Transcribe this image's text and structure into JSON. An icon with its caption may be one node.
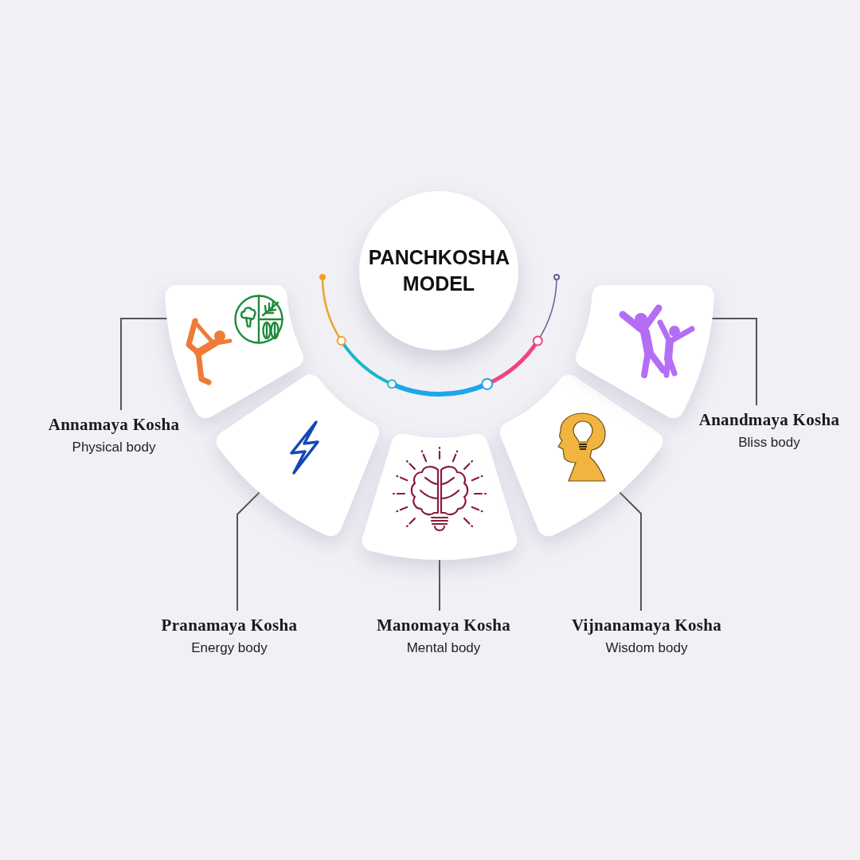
{
  "diagram": {
    "nodes": [
      {
        "text": [
          "PANCHKOSHA MODEL"
        ]
      },
      {
        "text": [],
        "shape": "picture"
      },
      {
        "text": [
          "Annamaya Kosha",
          "Physical body"
        ]
      },
      {
        "text": [],
        "shape": "picture"
      },
      {
        "text": [
          "Pranamaya Kosha",
          "Energy body"
        ]
      },
      {
        "text": [],
        "shape": "picture"
      },
      {
        "text": [
          "Manomaya Kosha",
          "Mental body"
        ]
      },
      {
        "text": [],
        "shape": "picture"
      },
      {
        "text": [
          "Vijnanamaya Kosha",
          "Wisdom body"
        ]
      },
      {
        "text": [],
        "shape": "picture"
      },
      {
        "text": [
          "Anandmaya Kosha",
          "Bliss body"
        ]
      }
    ],
    "edges": [
      {
        "from": 2,
        "to": 1,
        "arrow": "none"
      },
      {
        "from": 4,
        "to": 3,
        "arrow": "none"
      },
      {
        "from": 6,
        "to": 5,
        "arrow": "none"
      },
      {
        "from": 8,
        "to": 7,
        "arrow": "none"
      },
      {
        "from": 10,
        "to": 9,
        "arrow": "none"
      }
    ]
  }
}
